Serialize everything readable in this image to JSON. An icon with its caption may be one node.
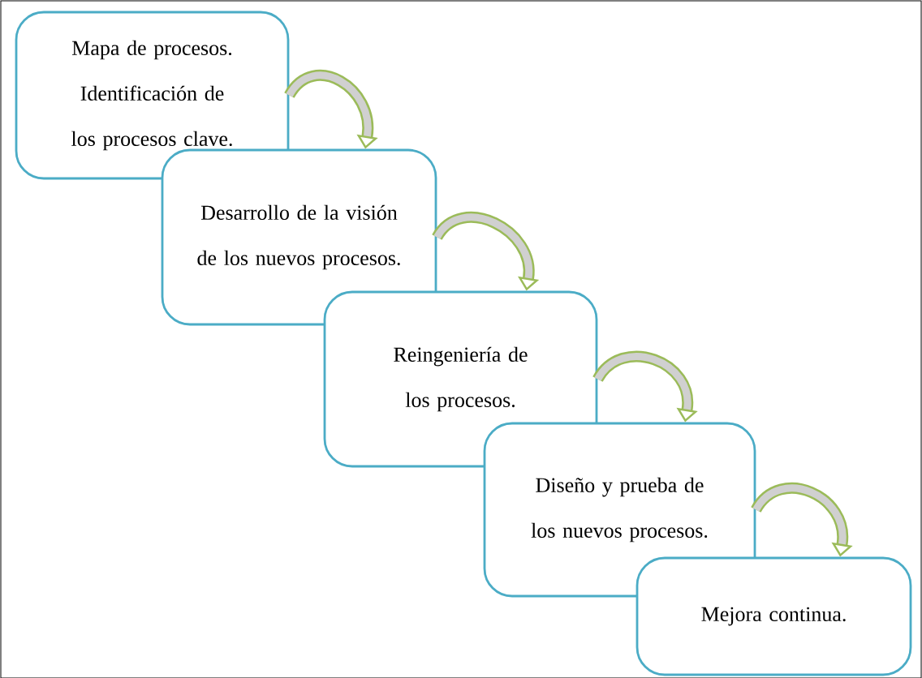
{
  "diagram": {
    "nodes": [
      {
        "text": [
          "Mapa de procesos. Identificación de los procesos clave."
        ]
      },
      {
        "text": [
          "Desarrollo de la visión de los nuevos procesos."
        ]
      },
      {
        "text": [
          "Reingeniería de los procesos."
        ]
      },
      {
        "text": [
          "Diseño y prueba de los nuevos procesos."
        ]
      },
      {
        "text": [
          "Mejora continua."
        ]
      }
    ],
    "edges": [
      {
        "from": 0,
        "to": 1,
        "arrow": "to"
      },
      {
        "from": 1,
        "to": 2,
        "arrow": "to"
      },
      {
        "from": 2,
        "to": 3,
        "arrow": "to"
      },
      {
        "from": 3,
        "to": 4,
        "arrow": "to"
      }
    ]
  }
}
